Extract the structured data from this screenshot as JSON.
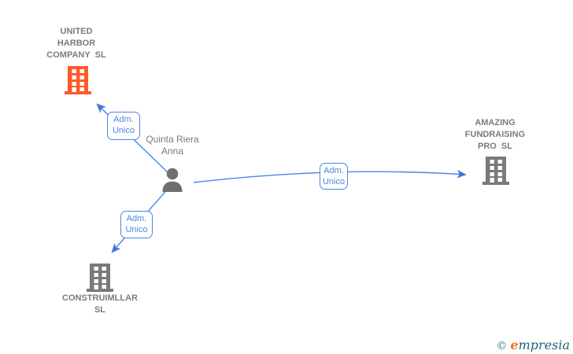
{
  "diagram_type": "company-administrator-network",
  "colors": {
    "edge_blue": "#4a86e8",
    "arrow_blue": "#3c78d8",
    "label_gray": "#7b7b7b",
    "building_gray": "#7a7a7a",
    "building_orange": "#ff5a2b",
    "person_gray": "#6f6f6f",
    "logo_orange": "#ee7023",
    "logo_teal": "#1a6575"
  },
  "nodes": {
    "united_harbor": {
      "lines": [
        "UNITED",
        "HARBOR",
        "COMPANY  SL"
      ]
    },
    "amazing_fundraising": {
      "lines": [
        "AMAZING",
        "FUNDRAISING",
        "PRO  SL"
      ]
    },
    "construimllar": {
      "lines": [
        "CONSTRUIMLLAR",
        "SL"
      ]
    },
    "person": {
      "lines": [
        "Quinta Riera",
        "Anna"
      ]
    }
  },
  "edges": [
    {
      "relation": [
        "Adm.",
        "Unico"
      ]
    },
    {
      "relation": [
        "Adm.",
        "Unico"
      ]
    },
    {
      "relation": [
        "Adm.",
        "Unico"
      ]
    }
  ],
  "footer": {
    "copyright_symbol": "©",
    "brand_initial": "e",
    "brand_rest": "mpresia"
  }
}
